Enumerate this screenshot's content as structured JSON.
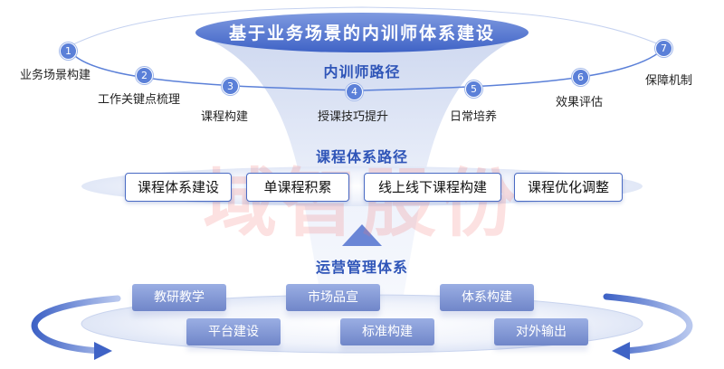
{
  "title": "基于业务场景的内训师体系建设",
  "trainer_path": {
    "title": "内训师路径",
    "steps": [
      {
        "num": "1",
        "label": "业务场景构建"
      },
      {
        "num": "2",
        "label": "工作关键点梳理"
      },
      {
        "num": "3",
        "label": "课程构建"
      },
      {
        "num": "4",
        "label": "授课技巧提升"
      },
      {
        "num": "5",
        "label": "日常培养"
      },
      {
        "num": "6",
        "label": "效果评估"
      },
      {
        "num": "7",
        "label": "保障机制"
      }
    ]
  },
  "course_path": {
    "title": "课程体系路径",
    "items": [
      "课程体系建设",
      "单课程积累",
      "线上线下课程构建",
      "课程优化调整"
    ]
  },
  "operations": {
    "title": "运营管理体系",
    "top_row": [
      "教研教学",
      "市场品宣",
      "体系构建"
    ],
    "bottom_row": [
      "平台建设",
      "标准构建",
      "对外输出"
    ]
  },
  "watermark": "域智股份",
  "colors": {
    "accent": "#2f55b8",
    "node": "#5b80d8",
    "ops_box": "#7f95d4"
  }
}
